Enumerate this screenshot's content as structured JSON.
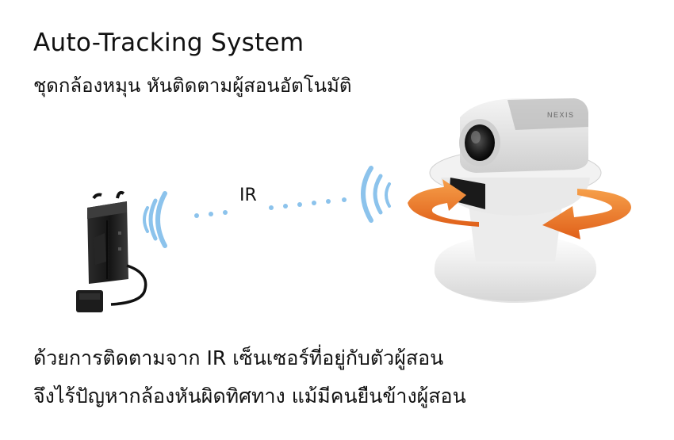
{
  "heading": {
    "title": "Auto-Tracking System",
    "subtitle": "ชุดกล้องหมุน หันติดตามผู้สอนอัตโนมัติ"
  },
  "diagram": {
    "signal_label": "IR",
    "camera_brand": "NEXIS"
  },
  "description": {
    "line1": "ด้วยการติดตามจาก IR เซ็นเซอร์ที่อยู่กับตัวผู้สอน",
    "line2": "จึงไร้ปัญหากล้องหันผิดทิศทาง แม้มีคนยืนข้างผู้สอน"
  },
  "colors": {
    "signal_blue": "#8cc3ec",
    "rotation_orange": "#f07a1f",
    "text": "#111111"
  }
}
